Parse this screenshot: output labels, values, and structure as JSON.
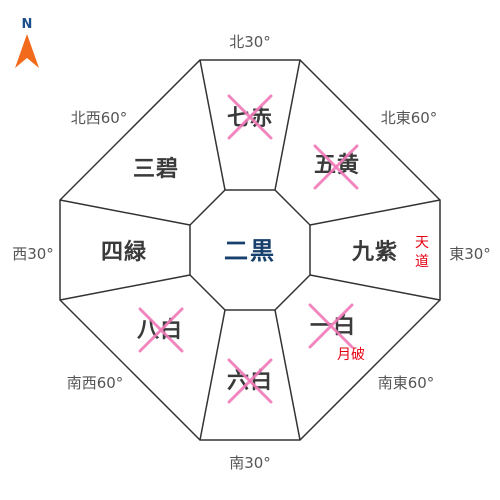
{
  "compass": {
    "north_letter": "N",
    "arrow_color": "#f26a1b",
    "letter_color": "#1b4f8a"
  },
  "directions": {
    "n": "北30°",
    "ne": "北東60°",
    "e": "東30°",
    "se": "南東60°",
    "s": "南30°",
    "sw": "南西60°",
    "w": "西30°",
    "nw": "北西60°"
  },
  "sectors": {
    "n": {
      "star": "七赤",
      "crossed": true
    },
    "ne": {
      "star": "五黄",
      "crossed": true
    },
    "e": {
      "star": "九紫",
      "crossed": false,
      "note": "天道",
      "note_vertical": true
    },
    "se": {
      "star": "一白",
      "crossed": true,
      "note": "月破"
    },
    "s": {
      "star": "六白",
      "crossed": true
    },
    "sw": {
      "star": "八白",
      "crossed": true
    },
    "w": {
      "star": "四緑",
      "crossed": false
    },
    "nw": {
      "star": "三碧",
      "crossed": false
    }
  },
  "center": {
    "star": "二黒",
    "color": "#17406d"
  },
  "colors": {
    "cross": "#f07ab8",
    "note": "#e60012",
    "line": "#333333"
  }
}
